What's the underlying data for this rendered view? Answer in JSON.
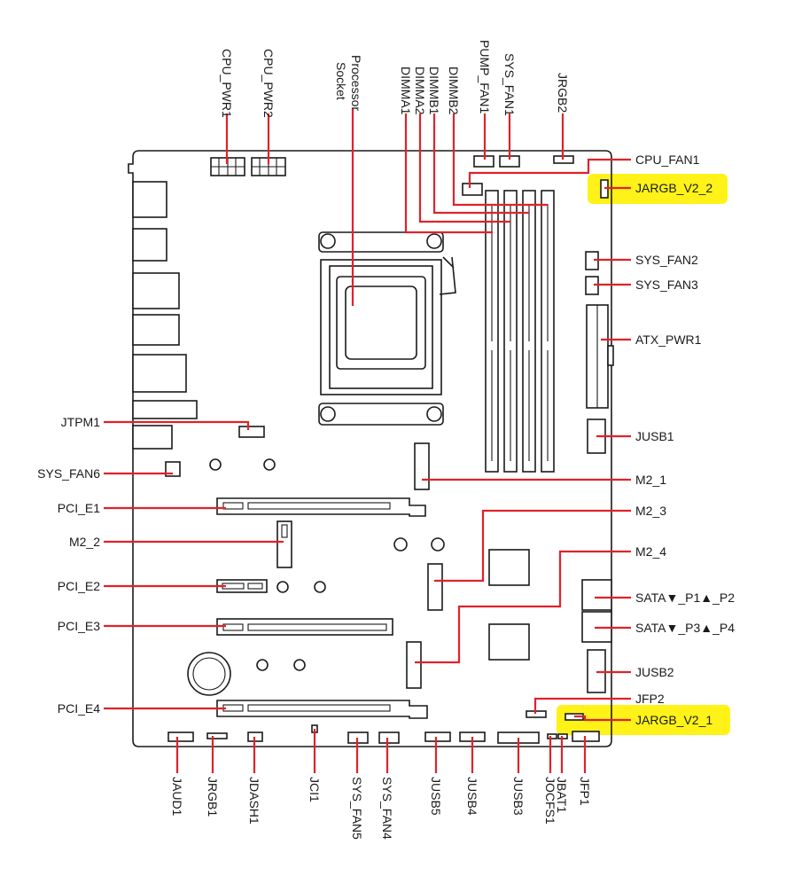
{
  "labels": {
    "cpu_pwr1": "CPU_PWR1",
    "cpu_pwr2": "CPU_PWR2",
    "processor_socket_l1": "Processor",
    "processor_socket_l2": "Socket",
    "dimma1": "DIMMA1",
    "dimma2": "DIMMA2",
    "dimmb1": "DIMMB1",
    "dimmb2": "DIMMB2",
    "pump_fan1": "PUMP_FAN1",
    "sys_fan1": "SYS_FAN1",
    "jrgb2": "JRGB2",
    "cpu_fan1": "CPU_FAN1",
    "jargb_v2_2": "JARGB_V2_2",
    "sys_fan2": "SYS_FAN2",
    "sys_fan3": "SYS_FAN3",
    "atx_pwr1": "ATX_PWR1",
    "jusb1": "JUSB1",
    "m2_1": "M2_1",
    "m2_3": "M2_3",
    "m2_4": "M2_4",
    "sata_p1_p2": "SATA▼_P1▲_P2",
    "sata_p3_p4": "SATA▼_P3▲_P4",
    "jusb2": "JUSB2",
    "jfp2": "JFP2",
    "jargb_v2_1": "JARGB_V2_1",
    "jtpm1": "JTPM1",
    "sys_fan6": "SYS_FAN6",
    "pci_e1": "PCI_E1",
    "m2_2": "M2_2",
    "pci_e2": "PCI_E2",
    "pci_e3": "PCI_E3",
    "pci_e4": "PCI_E4",
    "jaud1": "JAUD1",
    "jrgb1": "JRGB1",
    "jdash1": "JDASH1",
    "jci1": "JCI1",
    "sys_fan5": "SYS_FAN5",
    "sys_fan4": "SYS_FAN4",
    "jusb5": "JUSB5",
    "jusb4": "JUSB4",
    "jusb3": "JUSB3",
    "jocfs1": "JOCFS1",
    "jbat1": "JBAT1",
    "jfp1": "JFP1"
  },
  "colors": {
    "leader": "#e0222a",
    "highlight": "#fff100",
    "outline": "#1a1a1a"
  }
}
